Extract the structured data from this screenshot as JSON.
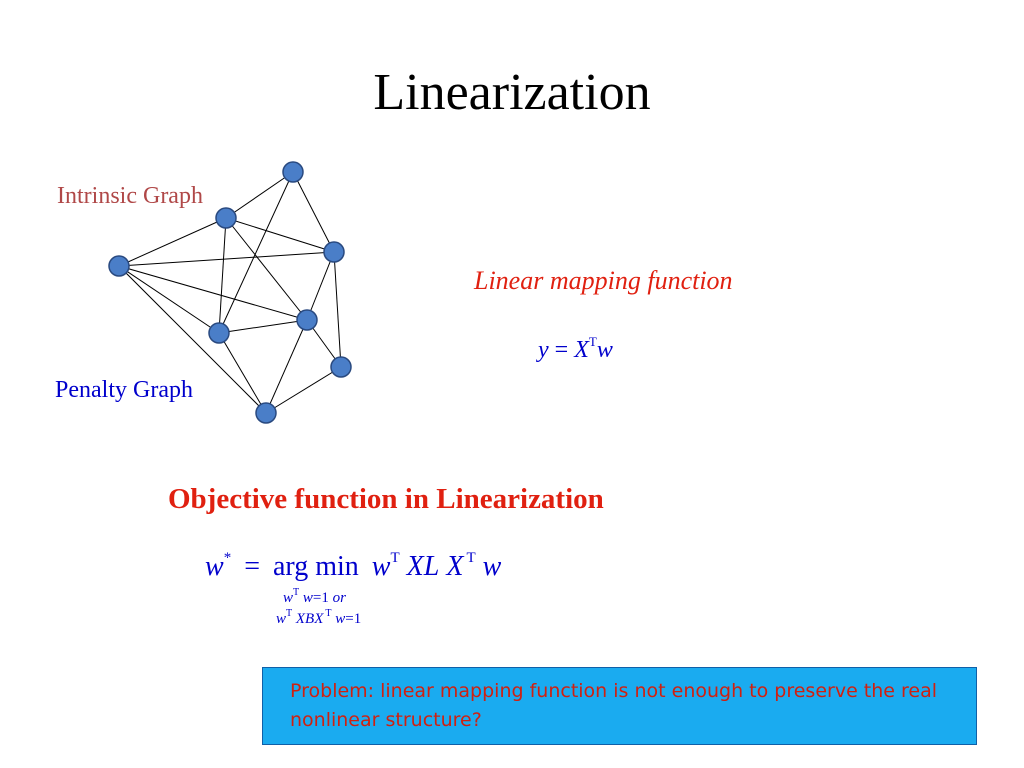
{
  "slide": {
    "title": "Linearization",
    "intrinsic_label": "Intrinsic Graph",
    "penalty_label": "Penalty Graph",
    "linear_mapping_label": "Linear mapping function",
    "mapping_equation": {
      "lhs": "y",
      "eq": "=",
      "X": "X",
      "T": "T",
      "w": "w"
    },
    "objective_heading": "Objective function in Linearization",
    "objective_equation": {
      "w": "w",
      "star": "*",
      "eq": "=",
      "argmin": "arg min",
      "w2": "w",
      "T1": "T",
      "XL": "XL",
      "X": "X",
      "T2": "T",
      "w3": "w"
    },
    "constraint_1": {
      "w": "w",
      "T": "T",
      "rest": "w",
      "eq": "=1",
      "or": "or"
    },
    "constraint_2": {
      "w": "w",
      "T": "T",
      "XBX": "XBX",
      "T2": "T",
      "w2": "w",
      "eq": "=1"
    },
    "problem_text": "Problem: linear mapping function is not enough to preserve the real nonlinear structure?"
  },
  "colors": {
    "title": "#000000",
    "intrinsic": "#b04848",
    "penalty": "#0000cc",
    "accent_red": "#e02010",
    "math_blue": "#0000cc",
    "node_fill": "#4a7ec8",
    "node_stroke": "#2a4a80",
    "box_fill": "#1aabf0"
  },
  "graph": {
    "nodes": [
      "n1",
      "n2",
      "n3",
      "n4",
      "n5",
      "n6",
      "n7",
      "n8"
    ],
    "edges": [
      [
        "n1",
        "n2"
      ],
      [
        "n1",
        "n4"
      ],
      [
        "n1",
        "n8"
      ],
      [
        "n1",
        "n6"
      ],
      [
        "n1",
        "n5"
      ],
      [
        "n2",
        "n3"
      ],
      [
        "n2",
        "n4"
      ],
      [
        "n2",
        "n6"
      ],
      [
        "n2",
        "n5"
      ],
      [
        "n3",
        "n4"
      ],
      [
        "n3",
        "n5"
      ],
      [
        "n4",
        "n6"
      ],
      [
        "n4",
        "n7"
      ],
      [
        "n5",
        "n6"
      ],
      [
        "n5",
        "n8"
      ],
      [
        "n6",
        "n8"
      ],
      [
        "n6",
        "n7"
      ],
      [
        "n7",
        "n8"
      ]
    ]
  }
}
